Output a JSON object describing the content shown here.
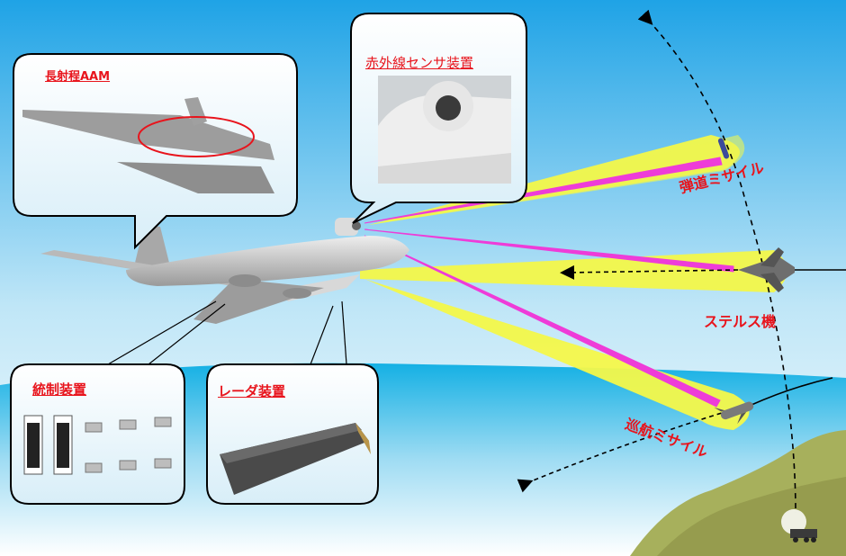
{
  "labels": {
    "aam": "長射程AAM",
    "ir_sensor": "赤外線センサ装置",
    "ballistic_missile": "弾道ミサイル",
    "stealth": "ステルス機",
    "cruise_missile": "巡航ミサイル",
    "control_system": "統制装置",
    "radar": "レーダ装置"
  },
  "colors": {
    "sky_top": "#1fa3e6",
    "sky_bottom": "#ffffff",
    "sea": "#15b4e6",
    "beam_yellow": "#f4f84a",
    "beam_magenta": "#ee3cd8",
    "label_red": "#e8141c",
    "land": "#a7b05c"
  },
  "icons": {
    "airplane": "aircraft-icon",
    "ir_turret": "ir-sensor-turret-icon",
    "missile": "missile-icon",
    "stealth": "stealth-aircraft-icon",
    "launcher": "launcher-vehicle-icon"
  }
}
